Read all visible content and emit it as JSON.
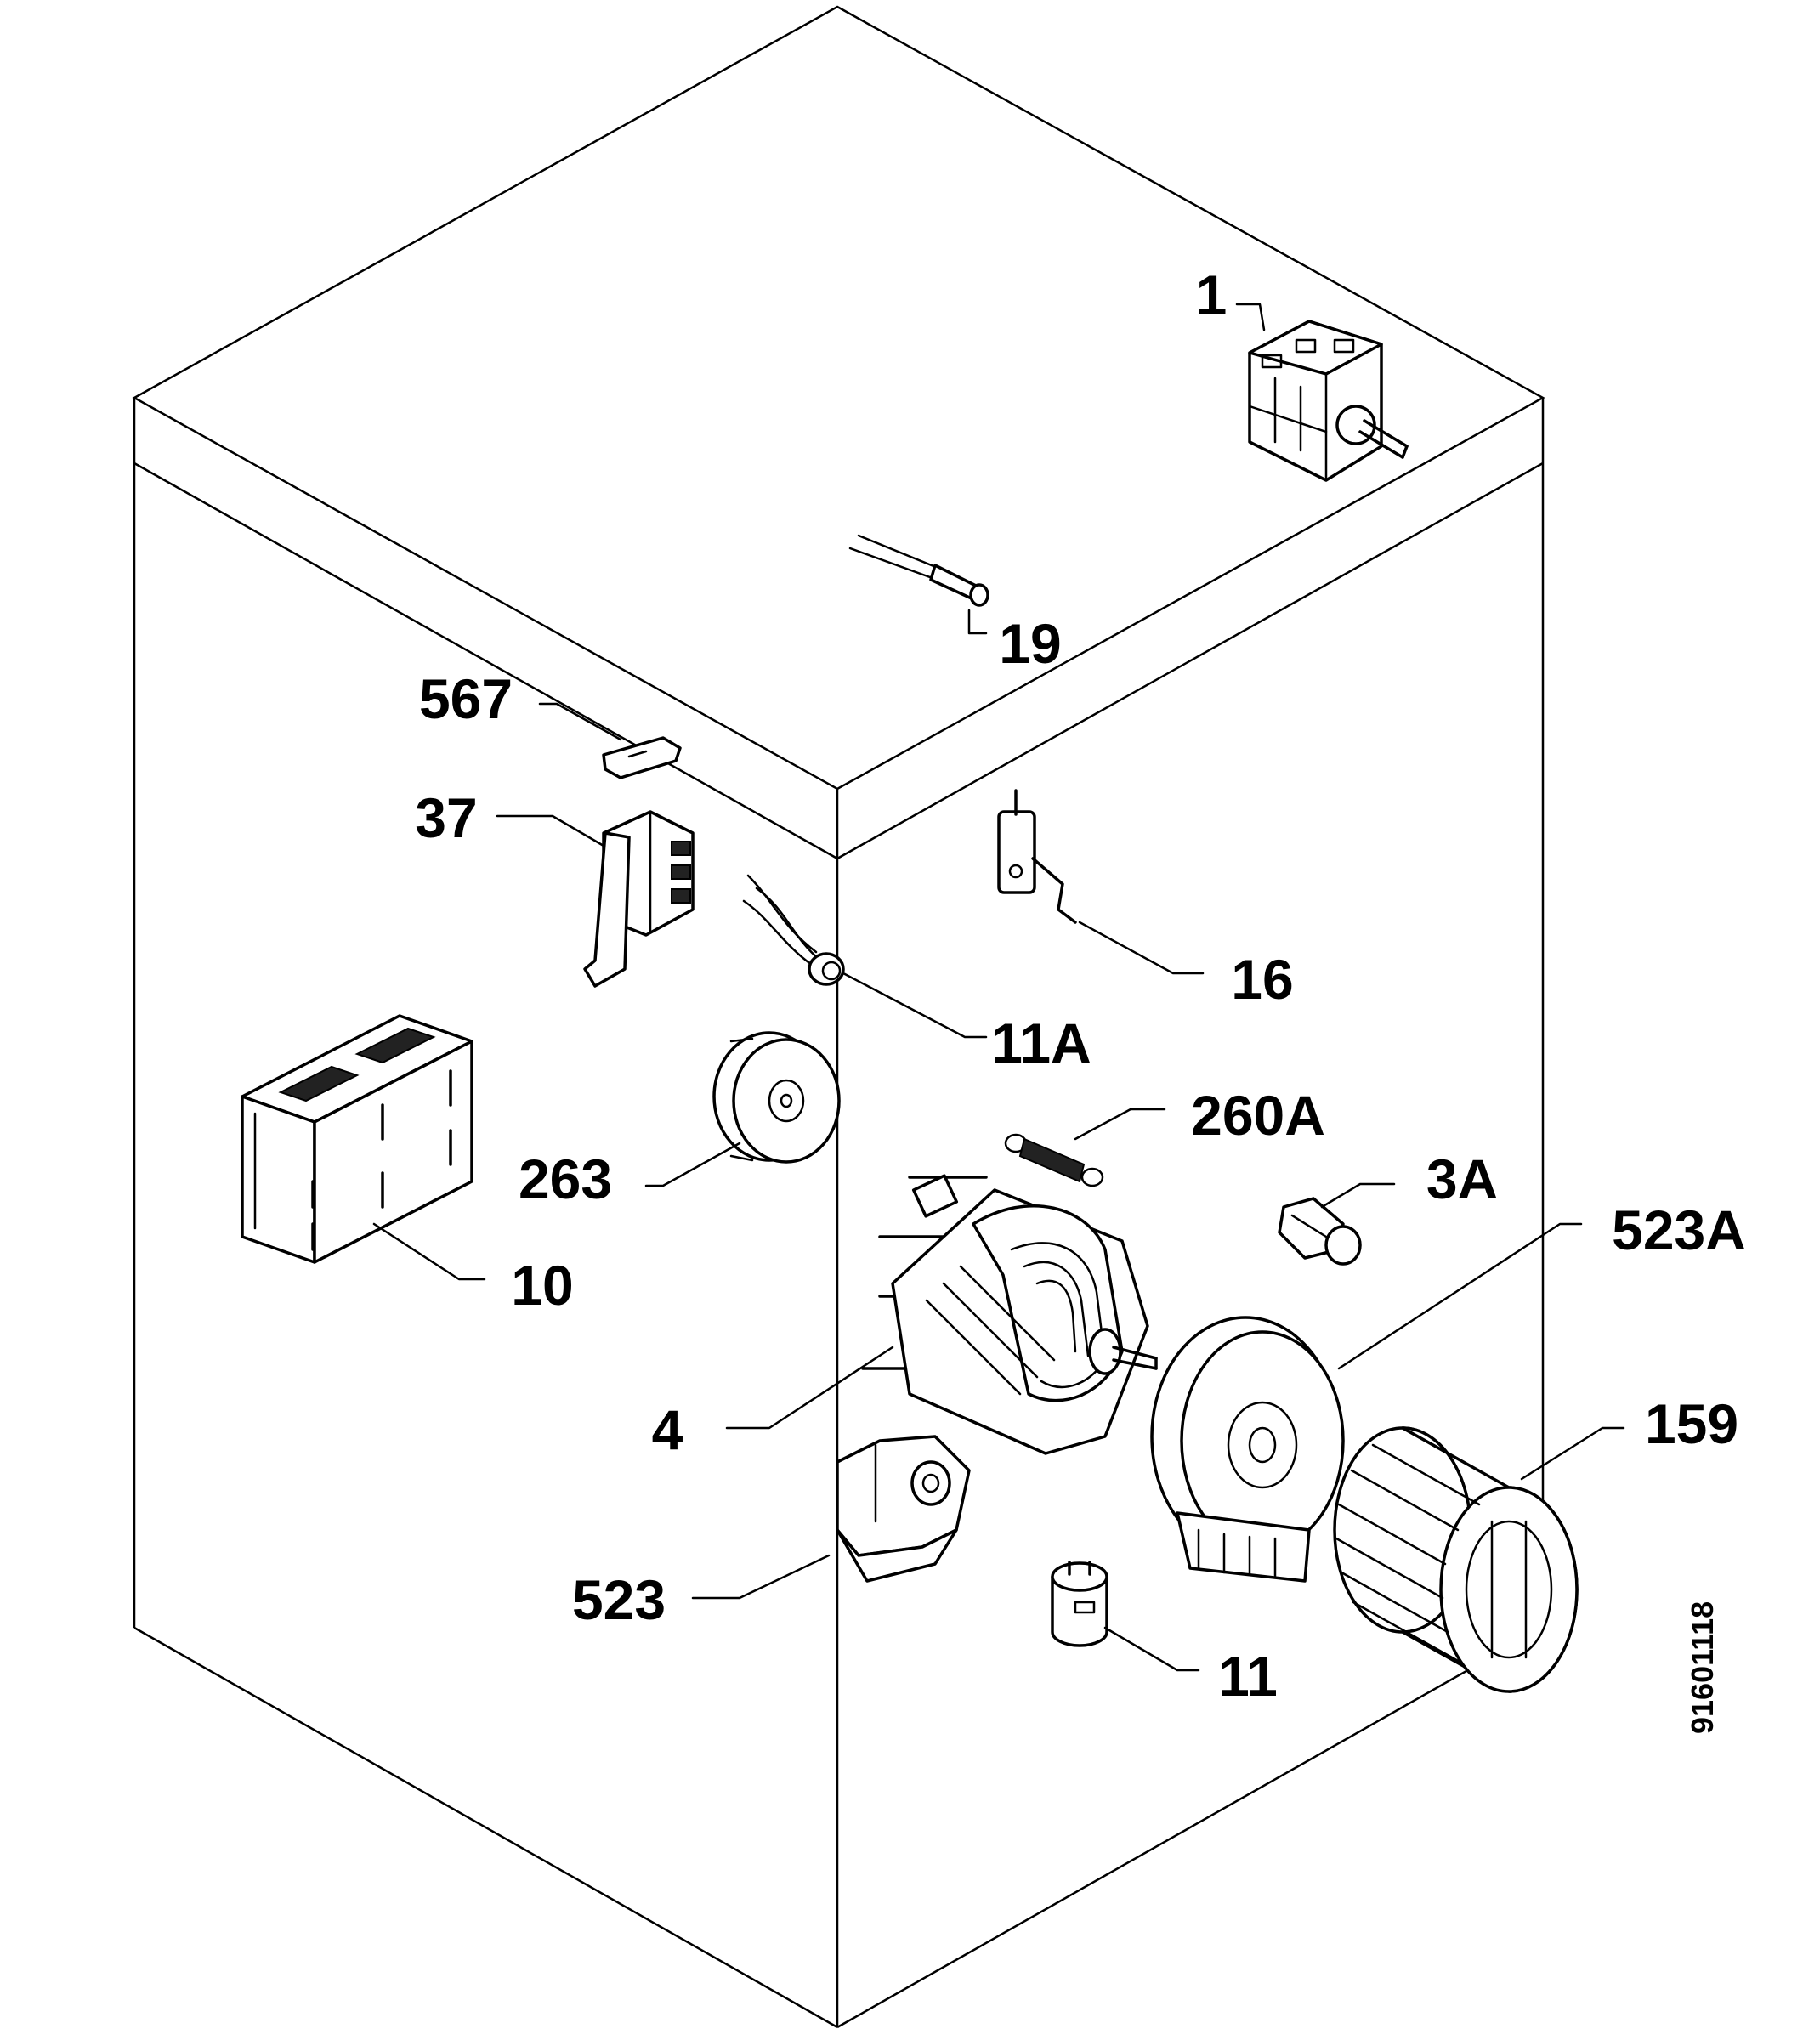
{
  "callouts": {
    "c1": "1",
    "c19": "19",
    "c567": "567",
    "c37": "37",
    "c16": "16",
    "c11A": "11A",
    "c260A": "260A",
    "c263": "263",
    "c3A": "3A",
    "c10": "10",
    "c523A": "523A",
    "c4": "4",
    "c159": "159",
    "c523": "523",
    "c11": "11"
  },
  "document_id": "91601118"
}
